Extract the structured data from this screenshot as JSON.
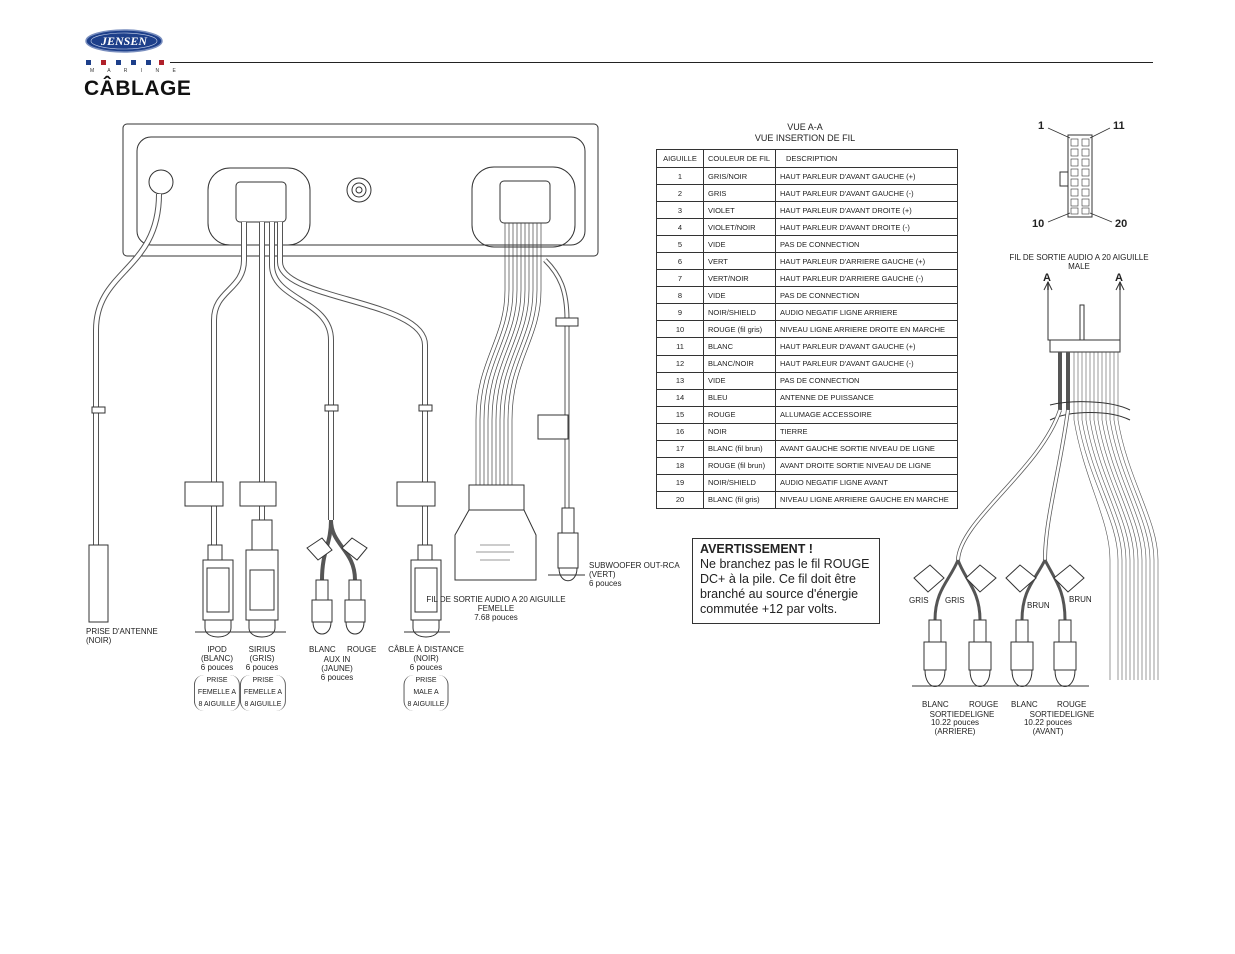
{
  "header": {
    "brand": "JENSEN",
    "brand_sub": "M A R I N E",
    "title": "CÂBLAGE"
  },
  "view": {
    "line1": "VUE A-A",
    "line2": "VUE INSERTION DE FIL"
  },
  "pin_table": {
    "headers": [
      "AIGUILLE",
      "COULEUR DE FIL",
      "DESCRIPTION"
    ],
    "rows": [
      [
        "1",
        "GRIS/NOIR",
        "HAUT PARLEUR D'AVANT GAUCHE (+)"
      ],
      [
        "2",
        "GRIS",
        "HAUT PARLEUR D'AVANT GAUCHE (-)"
      ],
      [
        "3",
        "VIOLET",
        "HAUT PARLEUR D'AVANT DROITE (+)"
      ],
      [
        "4",
        "VIOLET/NOIR",
        "HAUT PARLEUR D'AVANT DROITE (-)"
      ],
      [
        "5",
        "VIDE",
        "PAS DE CONNECTION"
      ],
      [
        "6",
        "VERT",
        "HAUT PARLEUR D'ARRIERE GAUCHE (+)"
      ],
      [
        "7",
        "VERT/NOIR",
        "HAUT PARLEUR D'ARRIERE GAUCHE (-)"
      ],
      [
        "8",
        "VIDE",
        "PAS DE CONNECTION"
      ],
      [
        "9",
        "NOIR/SHIELD",
        "AUDIO NEGATIF LIGNE  ARRIERE"
      ],
      [
        "10",
        "ROUGE (fil gris)",
        "NIVEAU LIGNE ARRIERE DROITE EN MARCHE"
      ],
      [
        "11",
        "BLANC",
        "HAUT PARLEUR D'AVANT GAUCHE (+)"
      ],
      [
        "12",
        "BLANC/NOIR",
        "HAUT PARLEUR D'AVANT GAUCHE (-)"
      ],
      [
        "13",
        "VIDE",
        "PAS DE CONNECTION"
      ],
      [
        "14",
        "BLEU",
        "ANTENNE DE PUISSANCE"
      ],
      [
        "15",
        "ROUGE",
        "ALLUMAGE ACCESSOIRE"
      ],
      [
        "16",
        "NOIR",
        "TIERRE"
      ],
      [
        "17",
        "BLANC (fil brun)",
        "AVANT GAUCHE SORTIE NIVEAU DE LIGNE"
      ],
      [
        "18",
        "ROUGE (fil brun)",
        "AVANT DROITE SORTIE NIVEAU DE LIGNE"
      ],
      [
        "19",
        "NOIR/SHIELD",
        "AUDIO NEGATIF LIGNE  AVANT"
      ],
      [
        "20",
        "BLANC (fil gris)",
        "NIVEAU LIGNE ARRIERE  GAUCHE EN MARCHE"
      ]
    ]
  },
  "warning": {
    "title": "AVERTISSEMENT !",
    "lines": [
      "Ne branchez pas le fil ROUGE",
      "DC+ à la pile. Ce fil doit être",
      "branché au source d'énergie",
      "commutée +12 par volts."
    ]
  },
  "connector_pins": {
    "top_left": "1",
    "top_right": "11",
    "bottom_left": "10",
    "bottom_right": "20"
  },
  "male_harness": {
    "title_line1": "FIL DE SORTIE AUDIO A 20 AIGUILLE",
    "title_line2": "MALE",
    "section_mark": "A"
  },
  "labels": {
    "antenna": [
      "PRISE D'ANTENNE",
      "(NOIR)"
    ],
    "ipod": [
      "IPOD",
      "(BLANC)",
      "6 pouces"
    ],
    "sirius": [
      "SIRIUS",
      "(GRIS)",
      "6 pouces"
    ],
    "jack8": [
      "PRISE",
      "FEMELLE A",
      "8 AIGUILLE"
    ],
    "aux": [
      "BLANC",
      "ROUGE",
      "AUX IN",
      "(JAUNE)",
      "6 pouces"
    ],
    "remote": [
      "CÂBLE À DISTANCE",
      "(NOIR)",
      "6 pouces"
    ],
    "remote_jack": [
      "PRISE",
      "MALE A",
      "8 AIGUILLE"
    ],
    "female_harness": [
      "FIL DE SORTIE AUDIO A 20 AIGUILLE",
      "FEMELLE",
      "7.68 pouces"
    ],
    "subwoofer": [
      "SUBWOOFER OUT-RCA",
      "(VERT)",
      "6 pouces"
    ],
    "gris": "GRIS",
    "brun": "BRUN",
    "blanc": "BLANC",
    "rouge": "ROUGE",
    "rear_out": [
      "SORTIEDELIGNE",
      "10.22 pouces",
      "(ARRIERE)"
    ],
    "front_out": [
      "SORTIEDELIGNE",
      "10.22 pouces",
      "(AVANT)"
    ]
  }
}
